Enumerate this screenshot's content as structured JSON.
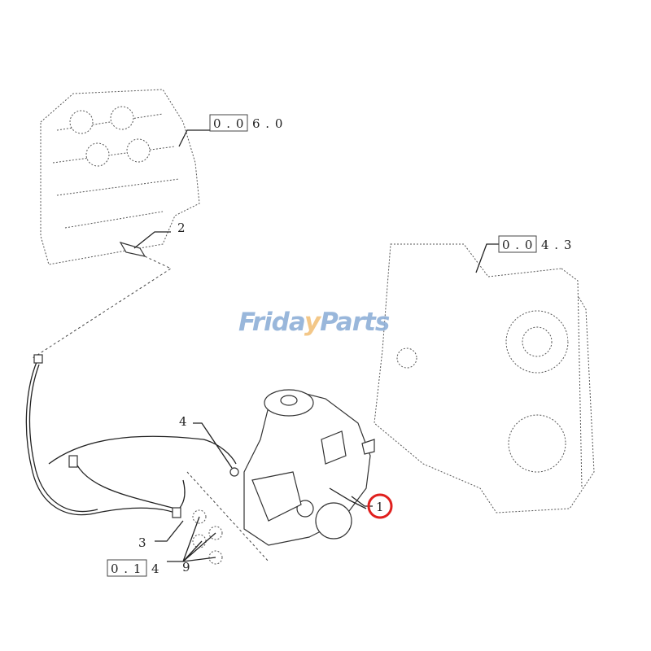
{
  "diagram": {
    "references": [
      {
        "box": "0 . 0",
        "rest": "6 . 0"
      },
      {
        "box": "0 . 0",
        "rest": "4 . 3"
      },
      {
        "box": "0 . 1",
        "rest": "4"
      }
    ],
    "callouts": [
      "2",
      "4",
      "3",
      "9",
      "1"
    ],
    "highlighted_callout": "1",
    "highlight_color": "#e0201e"
  },
  "watermark": {
    "part1": "Frida",
    "part2": "y",
    "part3": "Parts",
    "brand_blue": "#8fb0d8",
    "brand_orange": "#f2c27c"
  }
}
